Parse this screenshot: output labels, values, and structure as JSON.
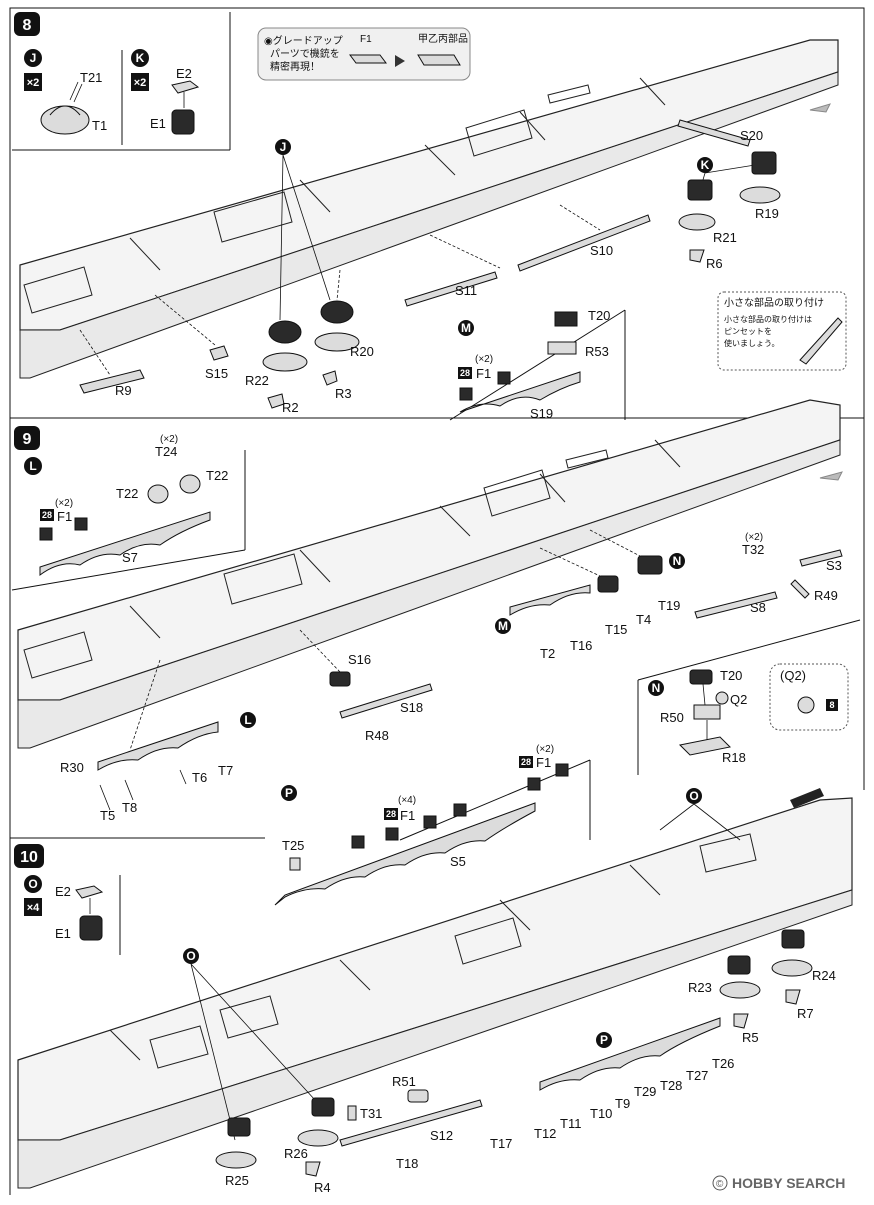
{
  "steps": [
    {
      "number": "8"
    },
    {
      "number": "9"
    },
    {
      "number": "10"
    }
  ],
  "subassemblies": {
    "J": {
      "badge": "J",
      "multiplier": "×2",
      "parts": [
        "T21",
        "T1"
      ]
    },
    "K": {
      "badge": "K",
      "multiplier": "×2",
      "parts": [
        "E2",
        "E1"
      ]
    },
    "O_def": {
      "badge": "O",
      "multiplier": "×4",
      "parts": [
        "E2",
        "E1"
      ]
    },
    "L": {
      "badge": "L",
      "x2_a": "(×2)",
      "x2_b": "(×2)",
      "T24": "T24",
      "T22a": "T22",
      "T22b": "T22",
      "F1": "F1",
      "S7": "S7",
      "box": "28"
    },
    "M": {
      "badge": "M",
      "x2": "(×2)",
      "T20": "T20",
      "R53": "R53",
      "F1": "F1",
      "S19": "S19",
      "box": "28"
    },
    "N": {
      "badge": "N",
      "T20": "T20",
      "Q2": "Q2",
      "R50": "R50",
      "R18": "R18"
    },
    "Q2": {
      "label": "(Q2)",
      "box": "8"
    },
    "P": {
      "badge": "P",
      "x2": "(×2)",
      "x4": "(×4)",
      "F1a": "F1",
      "F1b": "F1",
      "S5": "S5",
      "T25": "T25",
      "box": "28"
    }
  },
  "upgrade_note": {
    "text_line1": "◉グレードアップ",
    "text_line2": "パーツで機銃を",
    "text_line3": "精密再現！",
    "from_label": "F1",
    "to_label": "甲乙丙部品"
  },
  "tip_note": {
    "title": "小さな部品の取り付け",
    "line1": "小さな部品の取り付けは",
    "line2": "ピンセットを",
    "line3": "使いましょう。"
  },
  "step8_labels": {
    "J": "J",
    "K": "K",
    "S20": "S20",
    "R19": "R19",
    "R21": "R21",
    "R6": "R6",
    "S10": "S10",
    "S11": "S11",
    "R9": "R9",
    "S15": "S15",
    "R22": "R22",
    "R2": "R2",
    "R20": "R20",
    "R3": "R3"
  },
  "step9_labels": {
    "x2": "(×2)",
    "T32": "T32",
    "N": "N",
    "S3": "S3",
    "R49": "R49",
    "S8": "S8",
    "T19": "T19",
    "T4": "T4",
    "T15": "T15",
    "M": "M",
    "T2": "T2",
    "T16": "T16",
    "S16": "S16",
    "S18": "S18",
    "R48": "R48",
    "L": "L",
    "R30": "R30",
    "T8": "T8",
    "T5": "T5",
    "T6": "T6",
    "T7": "T7"
  },
  "step10_labels": {
    "O_a": "O",
    "O_b": "O",
    "R24": "R24",
    "R23": "R23",
    "R7": "R7",
    "R5": "R5",
    "P": "P",
    "T26": "T26",
    "T27": "T27",
    "T28": "T28",
    "T29": "T29",
    "T9": "T9",
    "T10": "T10",
    "T11": "T11",
    "T12": "T12",
    "T17": "T17",
    "S12": "S12",
    "R51": "R51",
    "T31": "T31",
    "T18": "T18",
    "R26": "R26",
    "R4": "R4",
    "R25": "R25"
  },
  "watermark": {
    "text": "HOBBY SEARCH",
    "copyright": "©"
  }
}
